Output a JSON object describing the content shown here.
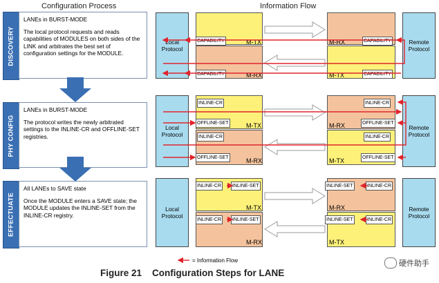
{
  "headers": {
    "left": "Configuration Process",
    "right": "Information Flow"
  },
  "stages": [
    {
      "tab": "DISCOVERY",
      "paragraphs": [
        "LANEs in BURST-MODE",
        "The local protocol requests and reads capabilities of MODULES on both sides of the LINK and arbitrates the best set of configuration settings for the MODULE."
      ]
    },
    {
      "tab": "PHY CONFIG",
      "paragraphs": [
        "LANEs in BURST-MODE",
        "The protocol writes the newly arbitrated settings to the INLINE-CR and OFFLINE-SET registries."
      ]
    },
    {
      "tab": "EFFECTUATE",
      "paragraphs": [
        "All LANEs to SAVE state",
        "Once the MODULE enters a SAVE state; the MODULE updates the INLINE-SET from the INLINE-CR registry."
      ]
    }
  ],
  "protocols": {
    "local": "Local Protocol",
    "remote": "Remote Protocol"
  },
  "modules": {
    "mtx": "M-TX",
    "mrx": "M-RX"
  },
  "registers": {
    "capability": "CAPABILITY",
    "inline_cr": "INLINE-CR",
    "offline_set": "OFFLINE-SET",
    "inline_set": "INLINE-SET"
  },
  "legend": "= Information Flow",
  "caption": "Figure 21    Configuration Steps for LANE",
  "watermark": "硬件助手",
  "colors": {
    "stage_tab": "#3a6fb3",
    "arrow": "#3a6fb3",
    "protocol": "#a9dbef",
    "module_yellow": "#fdf17a",
    "module_orange": "#f4c39d",
    "flow": "#e0242b"
  }
}
